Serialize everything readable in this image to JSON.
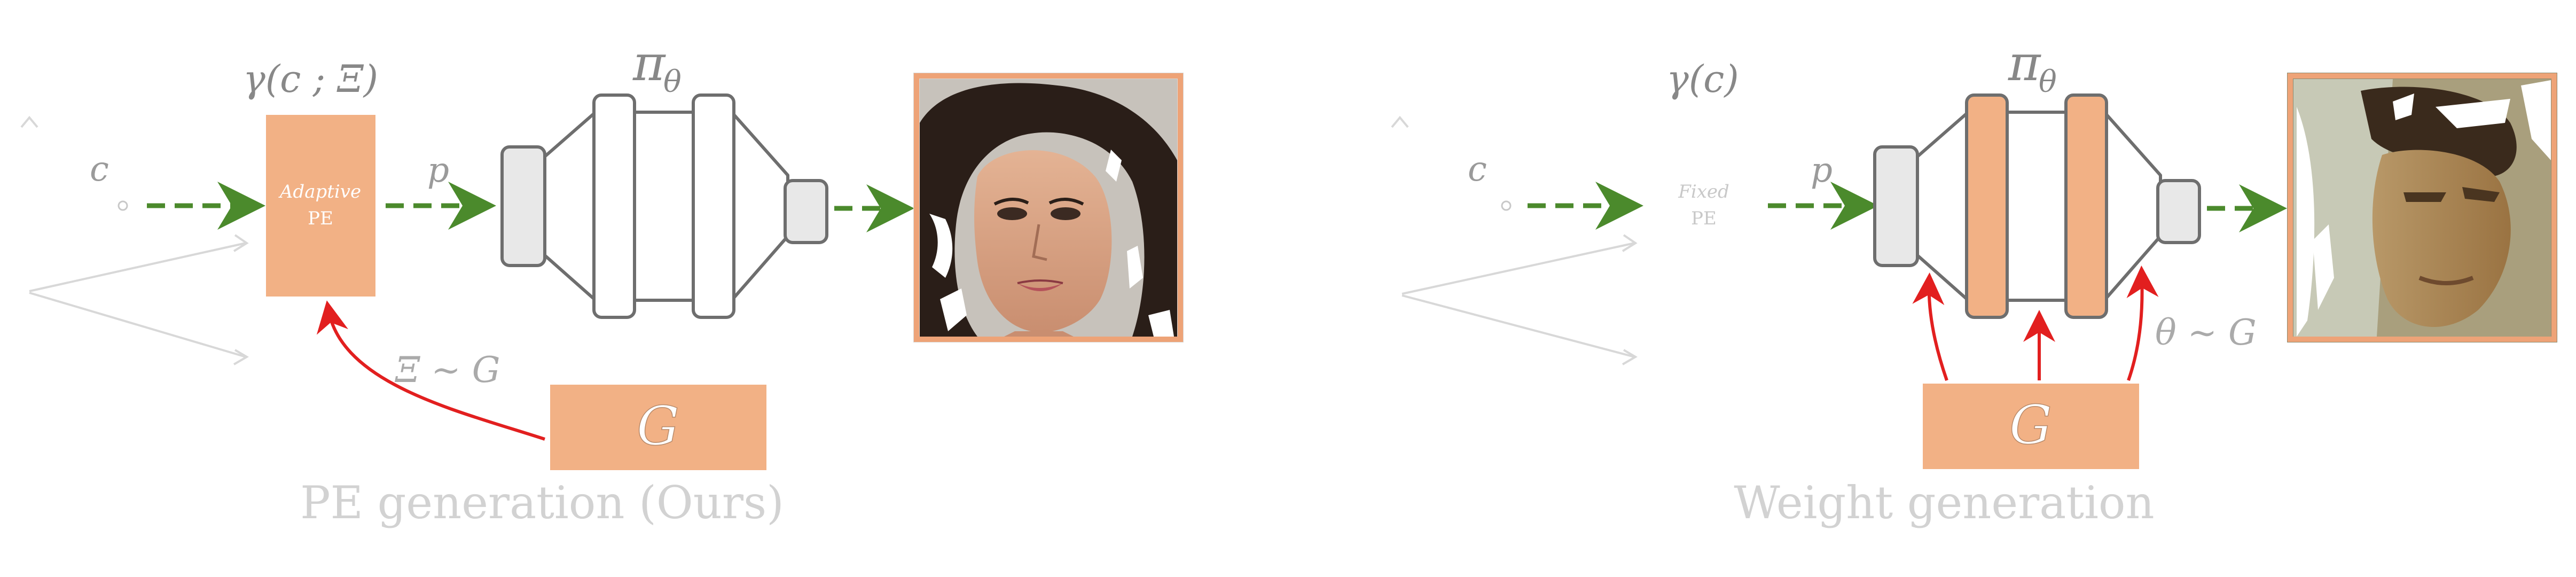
{
  "colors": {
    "orange_fill": "#f2b185",
    "orange_border": "#eea377",
    "arrow_green": "#4b8a2c",
    "arrow_red": "#e21f1f",
    "network_stroke": "#6e6e6e",
    "network_fill": "#e8e8e8",
    "faded_text": "#c8c8c8",
    "math_text": "#9a9a9a"
  },
  "left_panel": {
    "caption": "PE generation (Ours)",
    "encoding_label": "γ(c ; Ξ)",
    "encoding_box": {
      "line1": "Adaptive",
      "line2": "PE"
    },
    "input_label": "c",
    "embedding_label": "p",
    "network_label": "π",
    "network_subscript": "θ",
    "sampling_label": "Ξ ∼ G",
    "generator_label": "G",
    "output_image": "woman-face-reconstruction"
  },
  "right_panel": {
    "caption": "Weight generation",
    "encoding_label": "γ(c)",
    "encoding_box": {
      "line1": "Fixed",
      "line2": "PE"
    },
    "input_label": "c",
    "embedding_label": "p",
    "network_label": "π",
    "network_subscript": "θ",
    "sampling_label": "θ ∼ G",
    "generator_label": "G",
    "output_image": "blurry-face-reconstruction"
  }
}
